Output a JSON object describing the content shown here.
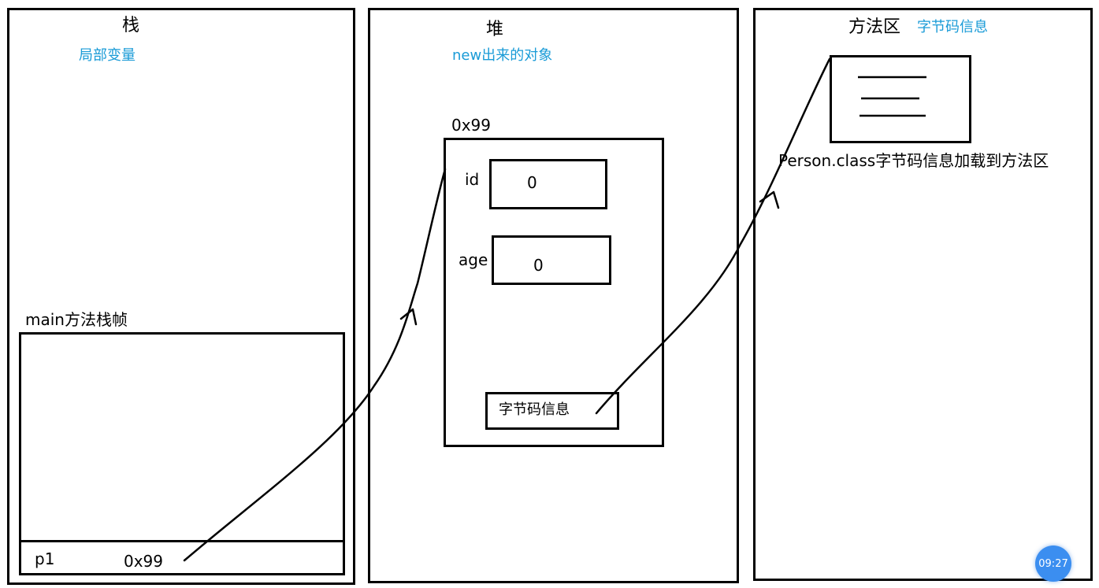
{
  "colors": {
    "accent": "#1a9bd7",
    "badge": "#3b8ef0",
    "stroke": "#000000"
  },
  "stack": {
    "title": "栈",
    "subtitle": "局部变量",
    "frame_label": "main方法栈帧",
    "var_name": "p1",
    "var_value": "0x99"
  },
  "heap": {
    "title": "堆",
    "subtitle": "new出来的对象",
    "object_address": "0x99",
    "fields": [
      {
        "name": "id",
        "value": "0"
      },
      {
        "name": "age",
        "value": "0"
      }
    ],
    "class_ref_label": "字节码信息"
  },
  "method_area": {
    "title": "方法区",
    "subtitle": "字节码信息",
    "class_note": "Person.class字节码信息加载到方法区"
  },
  "badge": {
    "time": "09:27"
  }
}
